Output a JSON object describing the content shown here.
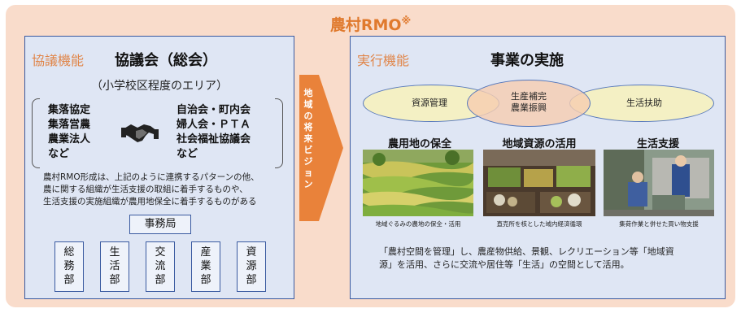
{
  "main_title": "農村RMO",
  "main_title_mark": "※",
  "left": {
    "label": "協議機能",
    "title": "協議会（総会）",
    "subtitle": "（小学校区程度のエリア）",
    "orgs_left": [
      "集落協定",
      "集落営農",
      "農業法人",
      "など"
    ],
    "orgs_right": [
      "自治会・町内会",
      "婦人会・ＰＴＡ",
      "社会福祉協議会",
      "など"
    ],
    "description": [
      "農村RMO形成は、上記のように連携するパターンの他、",
      "農に関する組織が生活支援の取組に着手するものや、",
      "生活支援の実施組織が農用地保全に着手するものがある"
    ],
    "office": "事務局",
    "departments": [
      "総務部",
      "生活部",
      "交流部",
      "産業部",
      "資源部"
    ]
  },
  "vision": "地域の将来ビジョン",
  "right": {
    "label": "実行機能",
    "title": "事業の実施",
    "ellipses": [
      {
        "text": "資源管理"
      },
      {
        "text": "生産補完\n農業振興"
      },
      {
        "text": "生活扶助"
      }
    ],
    "photos": [
      {
        "title": "農用地の保全",
        "caption": "地域ぐるみの農地の保全・活用"
      },
      {
        "title": "地域資源の活用",
        "caption": "直売所を核とした域内経済循環"
      },
      {
        "title": "生活支援",
        "caption": "集荷作業と併せた買い物支援"
      }
    ],
    "summary": [
      "「農村空間を管理」し、農産物供給、景観、レクリエーション等「地域資",
      "源」を活用、さらに交流や居住等「生活」の空間として活用。"
    ]
  },
  "colors": {
    "accent_orange": "#e07a2e",
    "box_blue": "#dfe6f4",
    "border_blue": "#3a5aa0",
    "background_peach": "#f9dccb"
  }
}
